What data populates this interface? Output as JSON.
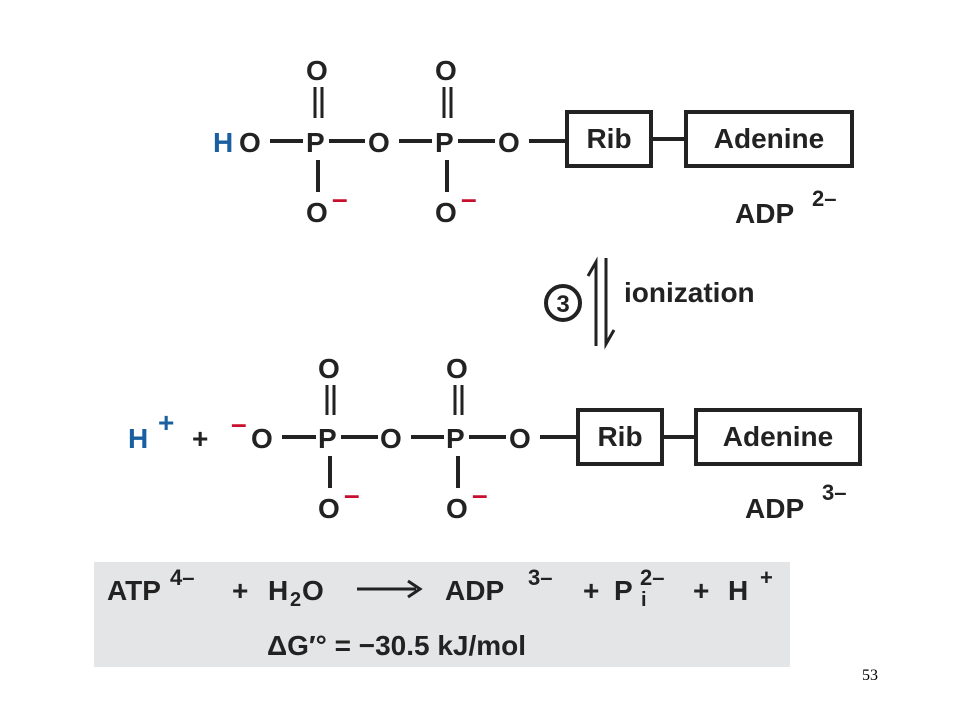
{
  "top": {
    "h": "H",
    "o_left": "O",
    "p1": "P",
    "o_bridge": "O",
    "p2": "P",
    "o_right": "O",
    "o_top1": "O",
    "o_top2": "O",
    "o_bot1": "O",
    "o_bot2": "O",
    "minus": "–",
    "rib": "Rib",
    "adenine": "Adenine",
    "adp": "ADP",
    "charge": "2–"
  },
  "step": {
    "number": "3",
    "label": "ionization"
  },
  "bottom": {
    "h": "H",
    "hplus": "+",
    "plus": "+",
    "neg": "–",
    "o_left": "O",
    "p1": "P",
    "o_bridge": "O",
    "p2": "P",
    "o_right": "O",
    "o_top1": "O",
    "o_top2": "O",
    "o_bot1": "O",
    "o_bot2": "O",
    "minus": "–",
    "rib": "Rib",
    "adenine": "Adenine",
    "adp": "ADP",
    "charge": "3–"
  },
  "equation": {
    "atp": "ATP",
    "atp_charge": "4–",
    "plus1": "+",
    "h": "H",
    "sub2": "2",
    "o": "O",
    "adp": "ADP",
    "adp_charge": "3–",
    "plus2": "+",
    "p": "P",
    "p_sub": "i",
    "p_charge": "2–",
    "plus3": "+",
    "h2": "H",
    "h_charge": "+",
    "delta_g": "ΔG′° = −30.5 kJ/mol"
  },
  "page_number": "53",
  "colors": {
    "blue": "#1a5fa0",
    "red": "#c8102e",
    "panel": "#e3e5e6",
    "text": "#222222"
  }
}
